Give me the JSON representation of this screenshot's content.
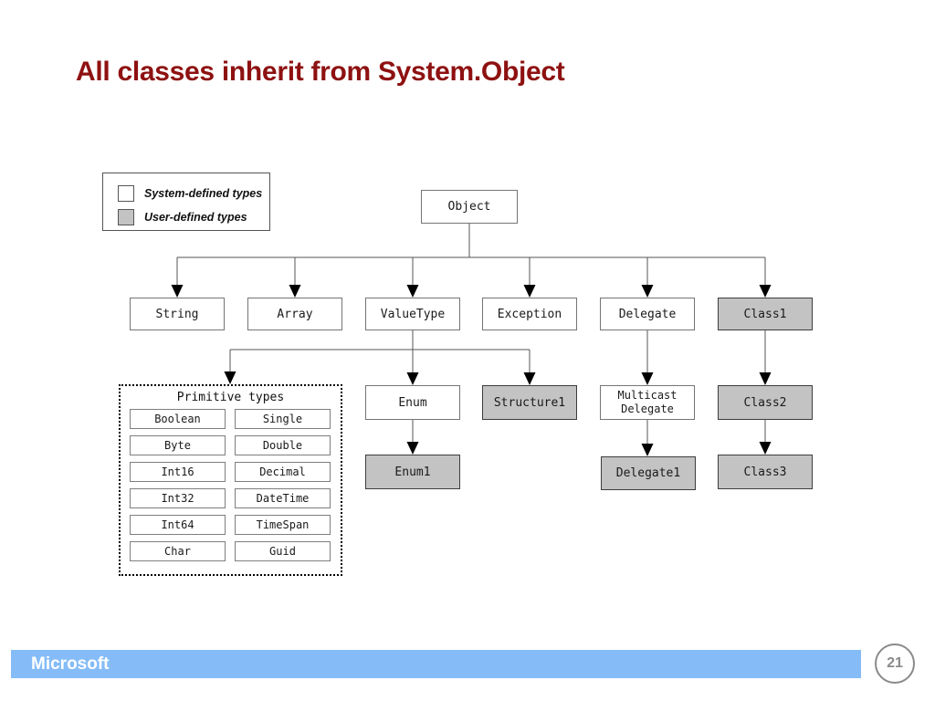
{
  "slide": {
    "title": "All classes inherit from System.Object"
  },
  "legend": {
    "items": [
      {
        "label": "System-defined types",
        "type": "system"
      },
      {
        "label": "User-defined types",
        "type": "user"
      }
    ]
  },
  "colors": {
    "title_text": "#8E1111",
    "footer_bar": "#85BCF7",
    "system_defined_fill": "#FFFFFF",
    "user_defined_fill": "#C3C3C3",
    "arrowhead": "#000000"
  },
  "diagram": {
    "nodes": {
      "object": "Object",
      "string": "String",
      "array": "Array",
      "valuetype": "ValueType",
      "exception": "Exception",
      "delegate": "Delegate",
      "class1": "Class1",
      "enum": "Enum",
      "structure1": "Structure1",
      "multicast_delegate": "Multicast Delegate",
      "class2": "Class2",
      "enum1": "Enum1",
      "delegate1": "Delegate1",
      "class3": "Class3"
    },
    "primitive_types": {
      "title": "Primitive types",
      "left_column": [
        "Boolean",
        "Byte",
        "Int16",
        "Int32",
        "Int64",
        "Char"
      ],
      "right_column": [
        "Single",
        "Double",
        "Decimal",
        "DateTime",
        "TimeSpan",
        "Guid"
      ]
    }
  },
  "footer": {
    "brand": "Microsoft",
    "page_number": "21"
  }
}
